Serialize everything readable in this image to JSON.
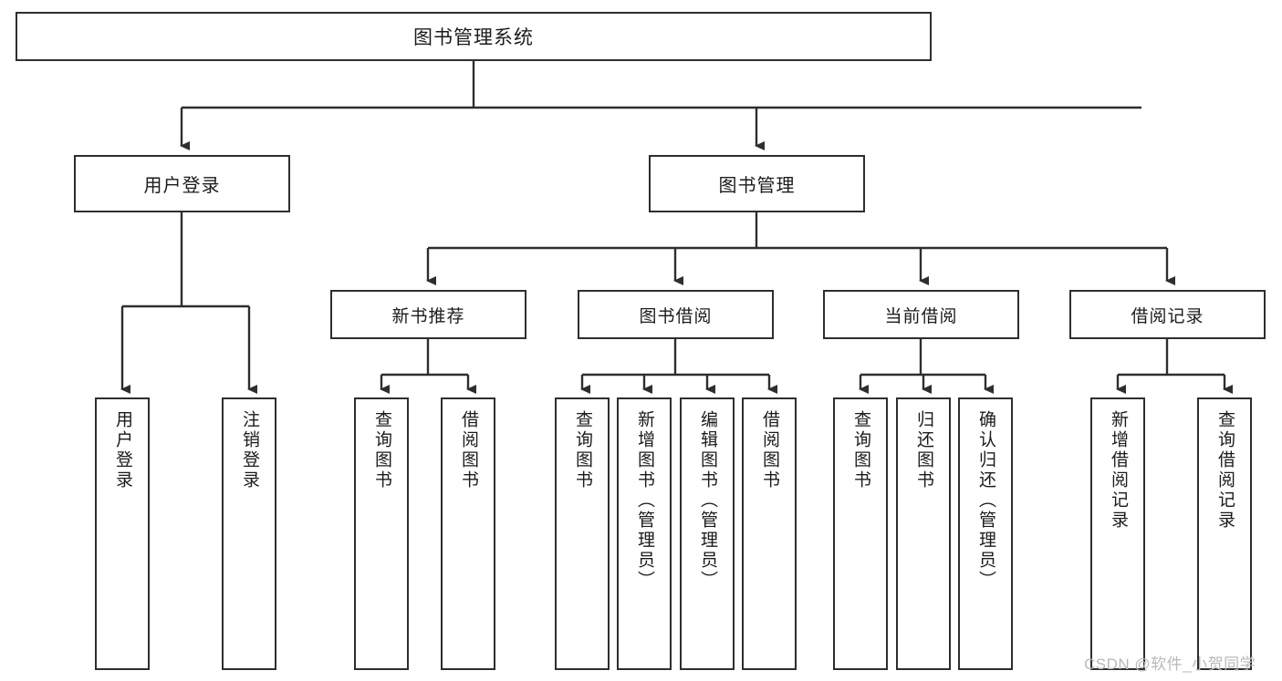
{
  "diagram": {
    "type": "tree-hierarchy",
    "title": "图书管理系统",
    "watermark": "CSDN @软件_小贺同学",
    "colors": {
      "stroke": "#2e2e2e",
      "fill": "#ffffff",
      "text": "#1b1b1b",
      "watermark": "#b9b9b9"
    },
    "nodes": {
      "root": {
        "label": "图书管理系统",
        "level": 1
      },
      "level2": [
        {
          "id": "user-login",
          "label": "用户登录"
        },
        {
          "id": "book-management",
          "label": "图书管理"
        }
      ],
      "level3": [
        {
          "id": "new-book-recommend",
          "label": "新书推荐",
          "parent": "book-management"
        },
        {
          "id": "book-borrow",
          "label": "图书借阅",
          "parent": "book-management"
        },
        {
          "id": "current-borrow",
          "label": "当前借阅",
          "parent": "book-management"
        },
        {
          "id": "borrow-record",
          "label": "借阅记录",
          "parent": "book-management"
        }
      ],
      "leaves": [
        {
          "id": "leaf-user-login",
          "label": "用户登录",
          "parent": "user-login"
        },
        {
          "id": "leaf-logout-login",
          "label": "注销登录",
          "parent": "user-login"
        },
        {
          "id": "leaf-query-book-1",
          "label": "查询图书",
          "parent": "new-book-recommend"
        },
        {
          "id": "leaf-borrow-book-1",
          "label": "借阅图书",
          "parent": "new-book-recommend"
        },
        {
          "id": "leaf-query-book-2",
          "label": "查询图书",
          "parent": "book-borrow"
        },
        {
          "id": "leaf-add-book",
          "label": "新增图书（管理员）",
          "parent": "book-borrow"
        },
        {
          "id": "leaf-edit-book",
          "label": "编辑图书（管理员）",
          "parent": "book-borrow"
        },
        {
          "id": "leaf-borrow-book-2",
          "label": "借阅图书",
          "parent": "book-borrow"
        },
        {
          "id": "leaf-query-book-3",
          "label": "查询图书",
          "parent": "current-borrow"
        },
        {
          "id": "leaf-return-book",
          "label": "归还图书",
          "parent": "current-borrow"
        },
        {
          "id": "leaf-confirm-return",
          "label": "确认归还（管理员）",
          "parent": "current-borrow"
        },
        {
          "id": "leaf-add-record",
          "label": "新增借阅记录",
          "parent": "borrow-record"
        },
        {
          "id": "leaf-query-record",
          "label": "查询借阅记录",
          "parent": "borrow-record"
        }
      ]
    }
  }
}
